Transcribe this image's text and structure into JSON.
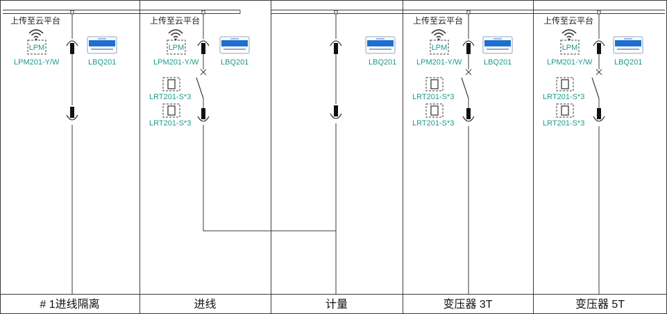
{
  "diagram": {
    "colors": {
      "line": "#3a3a3a",
      "accent": "#1a9a8c",
      "device_blue": "#1e6fd0",
      "text": "#222222"
    },
    "panels": [
      {
        "footer": "# 1进线隔离",
        "upload_label": "上传至云平台",
        "lpm_box": "LPM",
        "lpm_label": "LPM201-Y/W",
        "lbq_label": "LBQ201",
        "lrt_labels": []
      },
      {
        "footer": "进线",
        "upload_label": "上传至云平台",
        "lpm_box": "LPM",
        "lpm_label": "LPM201-Y/W",
        "lbq_label": "LBQ201",
        "lrt_labels": [
          "LRT201-S*3",
          "LRT201-S*3"
        ]
      },
      {
        "footer": "计量",
        "upload_label": "",
        "lpm_box": "",
        "lpm_label": "",
        "lbq_label": "LBQ201",
        "lrt_labels": []
      },
      {
        "footer": "变压器 3T",
        "upload_label": "上传至云平台",
        "lpm_box": "LPM",
        "lpm_label": "LPM201-Y/W",
        "lbq_label": "LBQ201",
        "lrt_labels": [
          "LRT201-S*3",
          "LRT201-S*3"
        ]
      },
      {
        "footer": "变压器 5T",
        "upload_label": "上传至云平台",
        "lpm_box": "LPM",
        "lpm_label": "LPM201-Y/W",
        "lbq_label": "LBQ201",
        "lrt_labels": [
          "LRT201-S*3",
          "LRT201-S*3"
        ]
      }
    ]
  }
}
